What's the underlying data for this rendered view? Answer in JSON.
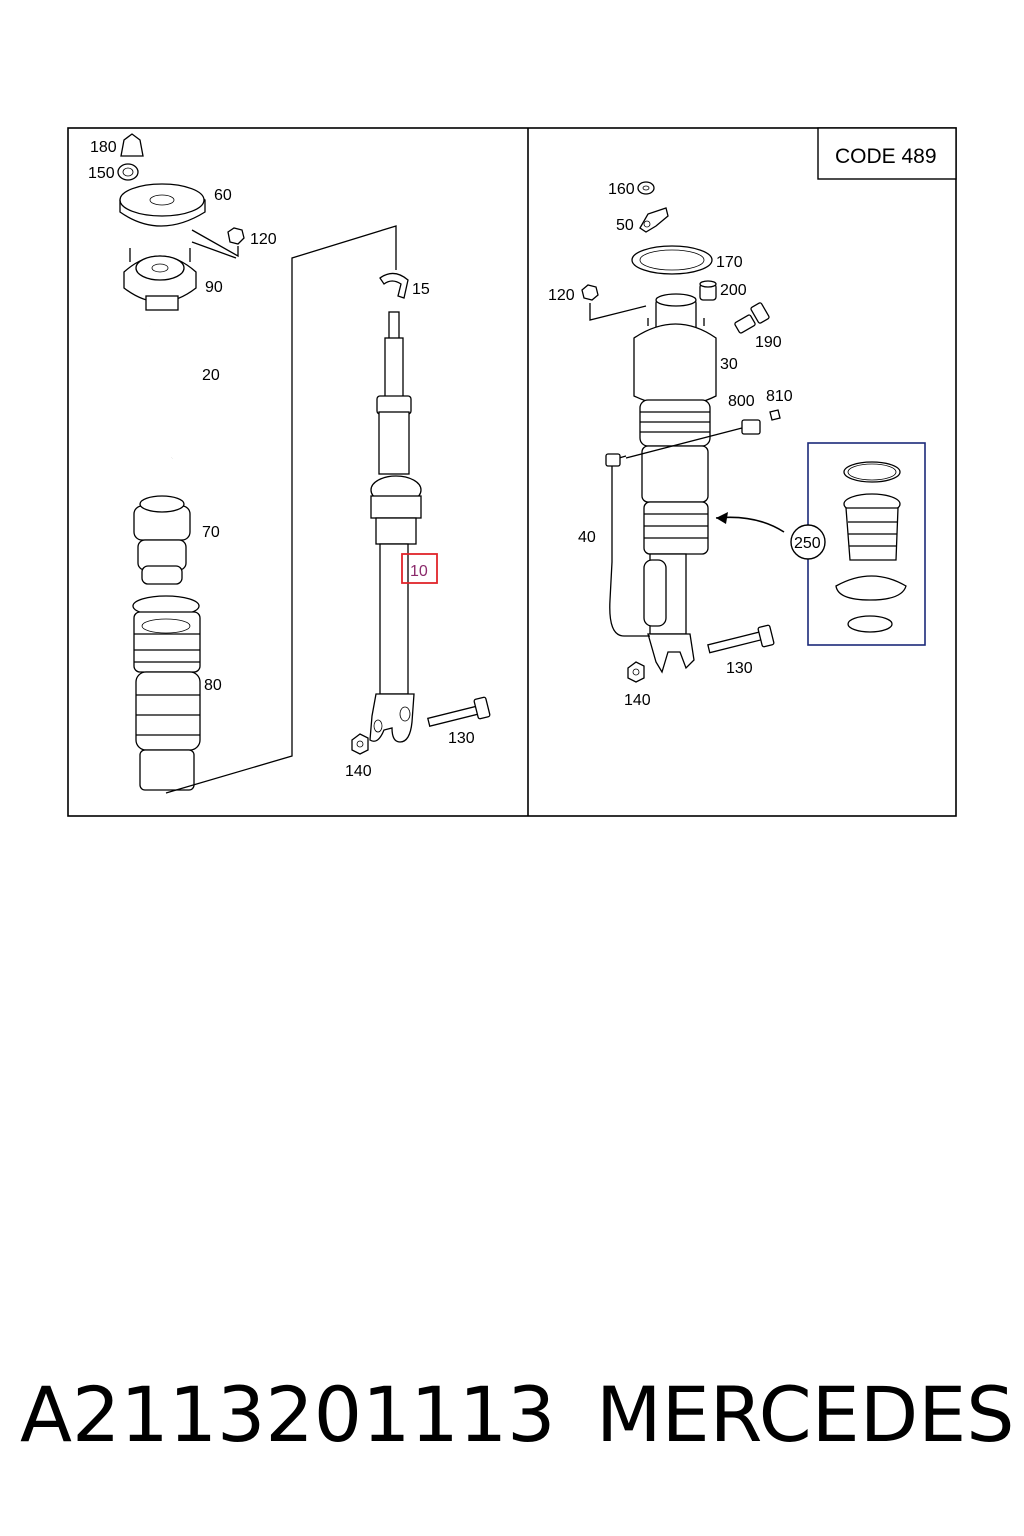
{
  "header": {
    "code_label": "CODE 489"
  },
  "callouts": {
    "c180": "180",
    "c150": "150",
    "c60": "60",
    "c120a": "120",
    "c90": "90",
    "c15": "15",
    "c20": "20",
    "c70": "70",
    "c10": "10",
    "c80": "80",
    "c130a": "130",
    "c140a": "140",
    "c160": "160",
    "c50": "50",
    "c170": "170",
    "c120b": "120",
    "c200": "200",
    "c190": "190",
    "c30": "30",
    "c800": "800",
    "c810": "810",
    "c40": "40",
    "c250": "250",
    "c130b": "130",
    "c140b": "140"
  },
  "footer": {
    "part_number": "A2113201113",
    "brand": "MERCEDES"
  },
  "colors": {
    "highlight_box": "#e0242a",
    "highlight_text": "#8b2a6b",
    "kit_box": "#1c2a7a"
  }
}
